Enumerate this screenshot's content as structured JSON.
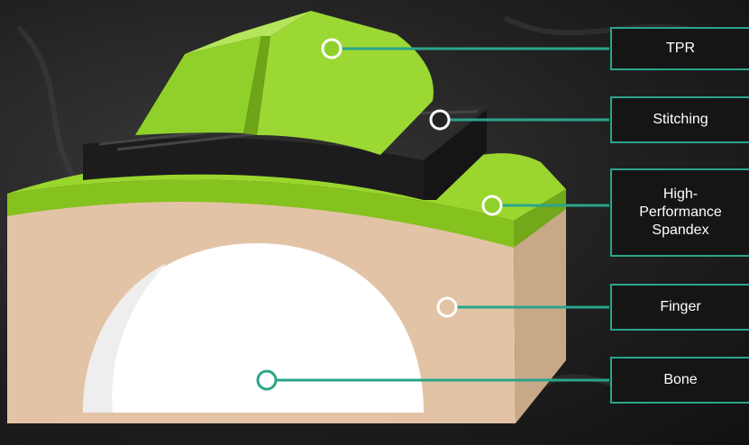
{
  "labels": {
    "tpr": "TPR",
    "stitching": "Stitching",
    "spandex": "High-\nPerformance\nSpandex",
    "finger": "Finger",
    "bone": "Bone"
  },
  "colors": {
    "accent": "#2aa58a",
    "tpr": "#8fd12a",
    "spandex": "#8fd12a",
    "stitching": "#232323",
    "finger": "#e3c3a6",
    "bone": "#ffffff",
    "label_bg": "#151515"
  }
}
